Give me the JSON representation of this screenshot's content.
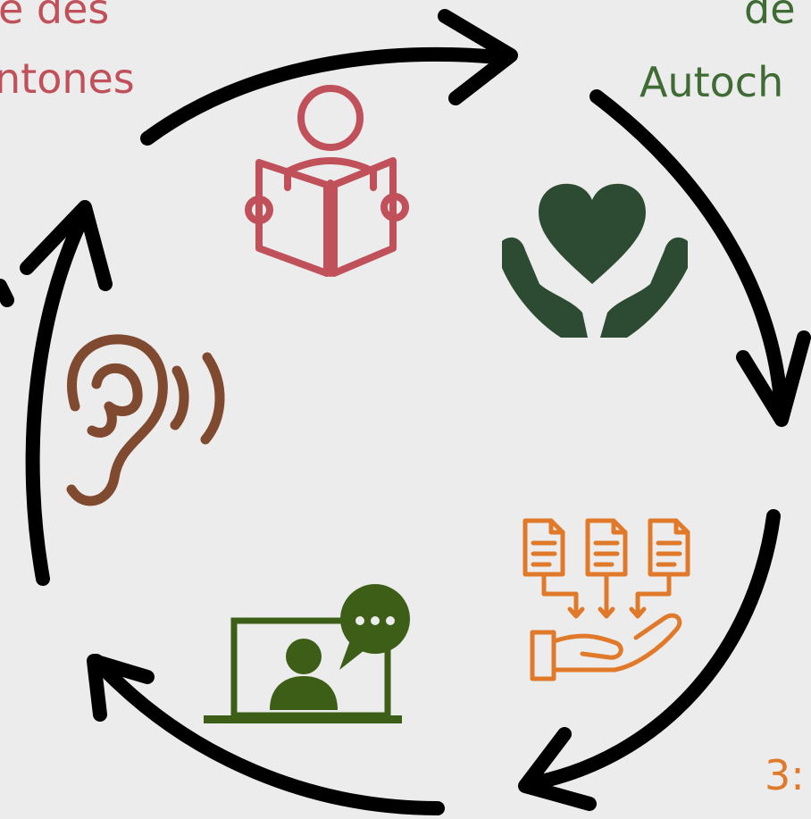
{
  "labels": {
    "top_left_line1": "e des",
    "top_left_line2": "ntones",
    "top_right_line1": "de",
    "top_right_line2": "Autoch",
    "bottom_right": "3:"
  },
  "icons": [
    "reading-person-icon",
    "heart-hands-icon",
    "documents-to-hand-icon",
    "video-chat-icon",
    "listening-ear-icon"
  ],
  "colors": {
    "background": "#ececec",
    "arrows": "#000000",
    "red": "#c0505a",
    "dark_green": "#2d4a33",
    "orange": "#e07a2a",
    "green": "#3d5e16",
    "brown": "#7f4a2f"
  }
}
